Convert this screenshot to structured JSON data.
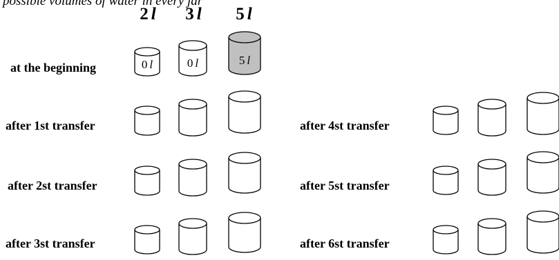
{
  "intro": "possible volumes of water in every jar",
  "capacities": [
    {
      "value": "2",
      "unit": "l"
    },
    {
      "value": "3",
      "unit": "l"
    },
    {
      "value": "5",
      "unit": "l"
    }
  ],
  "rows": [
    {
      "label": "at the beginning",
      "contents": [
        {
          "value": "0",
          "unit": "l"
        },
        {
          "value": "0",
          "unit": "l"
        },
        {
          "value": "5",
          "unit": "l"
        }
      ],
      "filled": [
        false,
        false,
        true
      ]
    },
    {
      "label": "after 1st transfer"
    },
    {
      "label": "after 2st transfer"
    },
    {
      "label": "after 3st transfer"
    },
    {
      "label": "after 4st transfer"
    },
    {
      "label": "after 5st transfer"
    },
    {
      "label": "after 6st transfer"
    }
  ],
  "colors": {
    "stroke": "#000000",
    "fill_full": "#c0c0c0",
    "fill_empty": "#ffffff"
  }
}
